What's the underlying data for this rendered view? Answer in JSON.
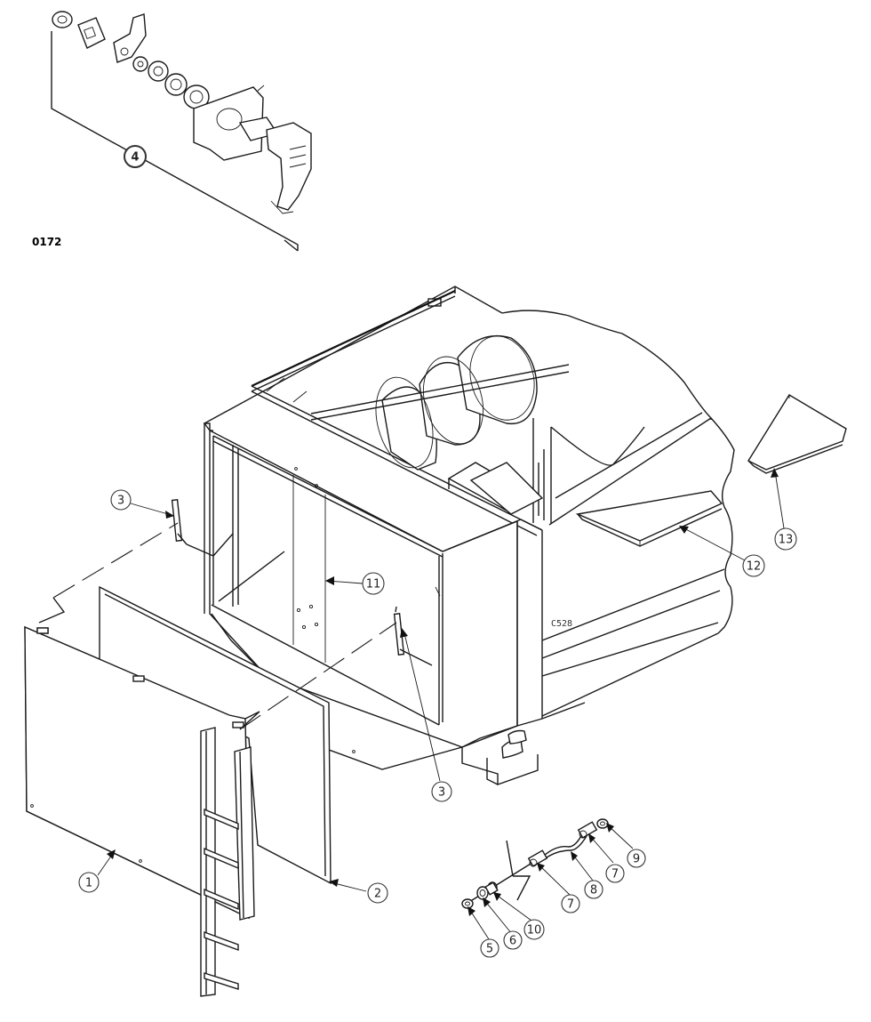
{
  "diagram": {
    "drawing_code": "0172",
    "part_reference": "C528",
    "callouts": [
      {
        "id": "callout-4",
        "label": "4"
      },
      {
        "id": "callout-3a",
        "label": "3"
      },
      {
        "id": "callout-11",
        "label": "11"
      },
      {
        "id": "callout-3b",
        "label": "3"
      },
      {
        "id": "callout-12",
        "label": "12"
      },
      {
        "id": "callout-13",
        "label": "13"
      },
      {
        "id": "callout-1",
        "label": "1"
      },
      {
        "id": "callout-2",
        "label": "2"
      },
      {
        "id": "callout-5",
        "label": "5"
      },
      {
        "id": "callout-6",
        "label": "6"
      },
      {
        "id": "callout-10",
        "label": "10"
      },
      {
        "id": "callout-7a",
        "label": "7"
      },
      {
        "id": "callout-8",
        "label": "8"
      },
      {
        "id": "callout-7b",
        "label": "7"
      },
      {
        "id": "callout-9",
        "label": "9"
      }
    ]
  }
}
